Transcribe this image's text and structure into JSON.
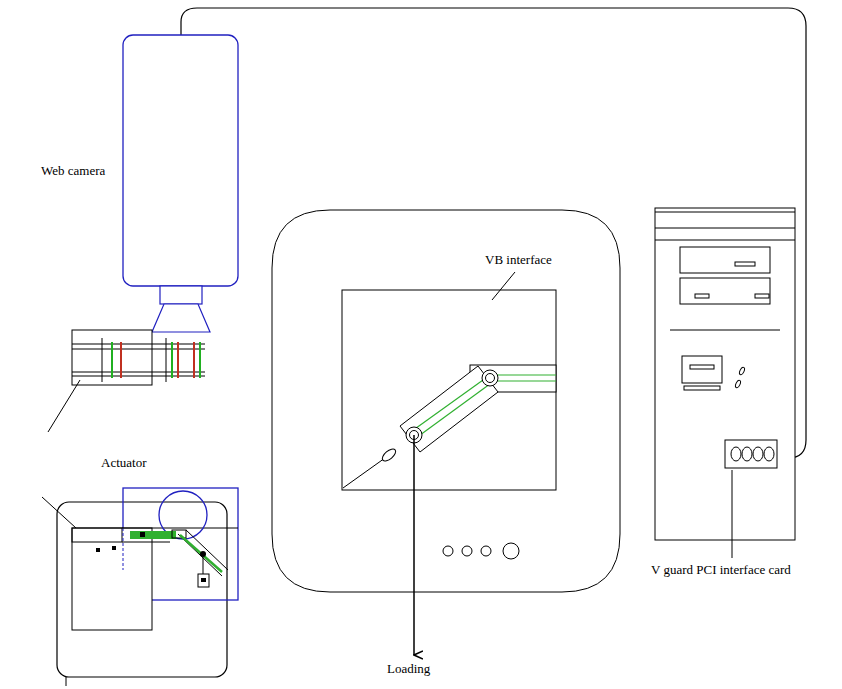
{
  "diagram": {
    "labels": [
      "Web camera",
      "VB interface",
      "Actuator",
      "Loading",
      "V guard PCI interface card"
    ]
  }
}
